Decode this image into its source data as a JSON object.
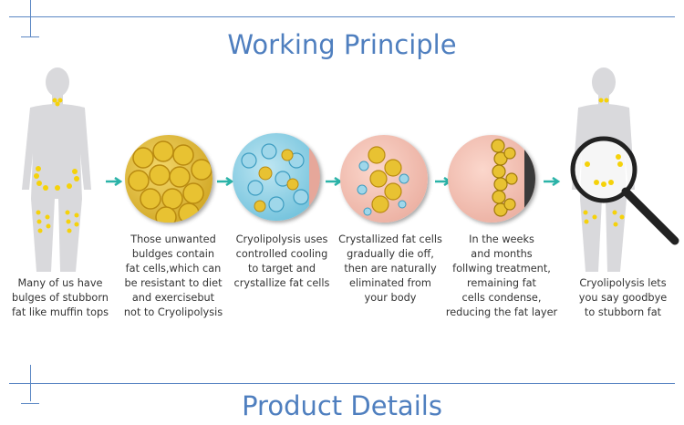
{
  "header": {
    "title": "Working Principle"
  },
  "steps": [
    {
      "caption": [
        "Many of us have",
        "bulges of stubborn",
        "fat like muffin tops"
      ]
    },
    {
      "caption": [
        "Those unwanted",
        "buldges contain",
        "fat cells,which can",
        "be resistant to diet",
        "and exercisebut",
        "not to Cryolipolysis"
      ]
    },
    {
      "caption": [
        "Cryolipolysis uses",
        "controlled cooling",
        "to target and",
        "crystallize fat cells"
      ]
    },
    {
      "caption": [
        "Crystallized fat cells",
        "gradually die off,",
        "then are naturally",
        "eliminated from",
        "your body"
      ]
    },
    {
      "caption": [
        "In the weeks",
        "and months",
        "follwing treatment,",
        "remaining fat",
        "cells condense,",
        "reducing the fat layer"
      ]
    },
    {
      "caption": [
        "Cryolipolysis lets",
        "you say goodbye",
        "to stubborn fat"
      ]
    }
  ],
  "footer": {
    "title": "Product Details"
  },
  "colors": {
    "accent": "#4f7fbf",
    "arrow": "#2bb3a8",
    "fat": "#f5d20a",
    "body": "#d9d9dc"
  }
}
